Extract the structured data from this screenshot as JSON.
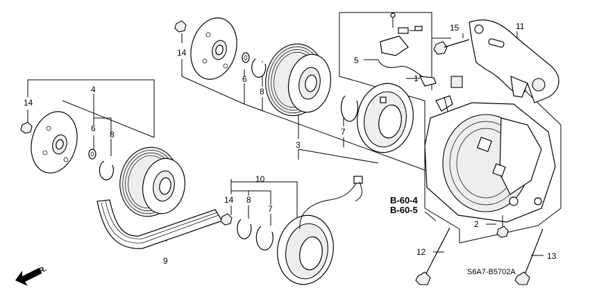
{
  "diagram": {
    "part_labels": [
      {
        "id": "p1",
        "text": "1"
      },
      {
        "id": "p2",
        "text": "2"
      },
      {
        "id": "p3",
        "text": "3"
      },
      {
        "id": "p4",
        "text": "4"
      },
      {
        "id": "p5",
        "text": "5"
      },
      {
        "id": "p6a",
        "text": "6"
      },
      {
        "id": "p6b",
        "text": "6"
      },
      {
        "id": "p7a",
        "text": "7"
      },
      {
        "id": "p7b",
        "text": "7"
      },
      {
        "id": "p8a",
        "text": "8"
      },
      {
        "id": "p8b",
        "text": "8"
      },
      {
        "id": "p8c",
        "text": "8"
      },
      {
        "id": "p9",
        "text": "9"
      },
      {
        "id": "p10",
        "text": "10"
      },
      {
        "id": "p11",
        "text": "11"
      },
      {
        "id": "p12",
        "text": "12"
      },
      {
        "id": "p13",
        "text": "13"
      },
      {
        "id": "p14a",
        "text": "14"
      },
      {
        "id": "p14b",
        "text": "14"
      },
      {
        "id": "p14c",
        "text": "14"
      },
      {
        "id": "p15",
        "text": "15"
      }
    ],
    "references": [
      "B-60-4",
      "B-60-5"
    ],
    "diagram_code": "S6A7-B5702A",
    "direction": "FR."
  }
}
